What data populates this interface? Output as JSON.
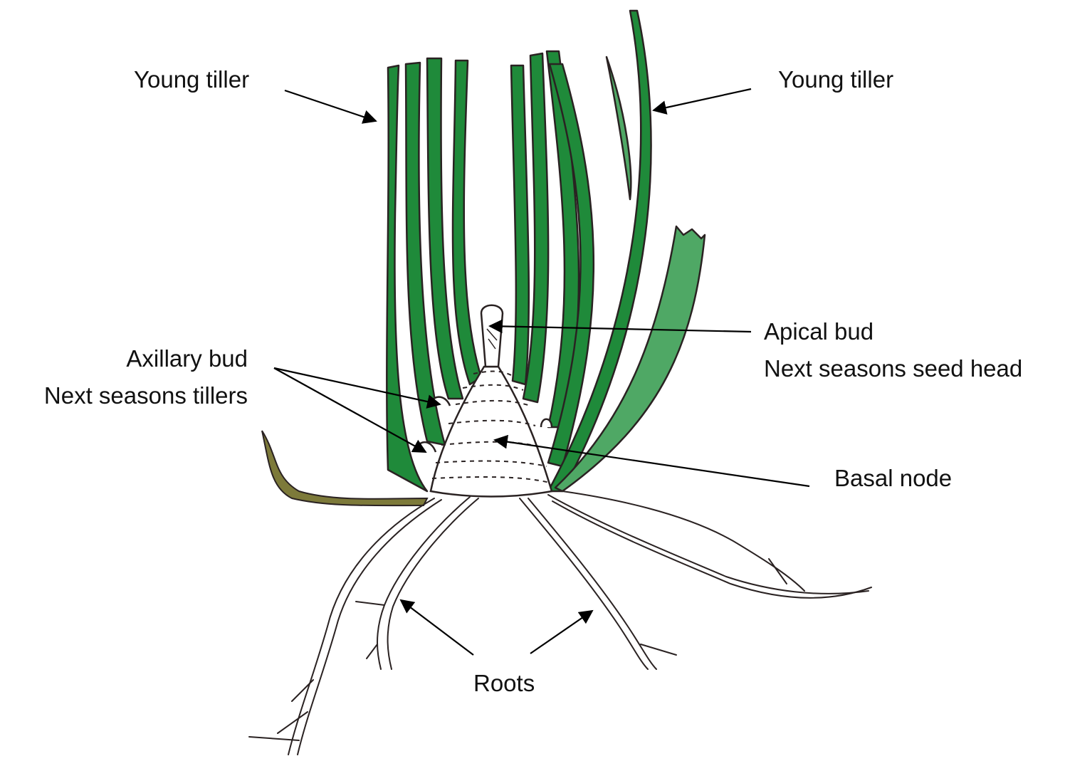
{
  "labels": {
    "young_tiller_left": "Young tiller",
    "young_tiller_right": "Young tiller",
    "apical_bud": {
      "line1": "Apical bud",
      "line2": "Next seasons seed head"
    },
    "axillary_bud": {
      "line1": "Axillary bud",
      "line2": "Next seasons tillers"
    },
    "basal_node": "Basal node",
    "roots": "Roots"
  },
  "colors": {
    "leaf_green": "#1f8a3a",
    "leaf_light_green": "#4fa865",
    "dead_leaf": "#7d7a3a",
    "outline": "#2a2222",
    "arrow": "#000000",
    "background": "#ffffff"
  }
}
